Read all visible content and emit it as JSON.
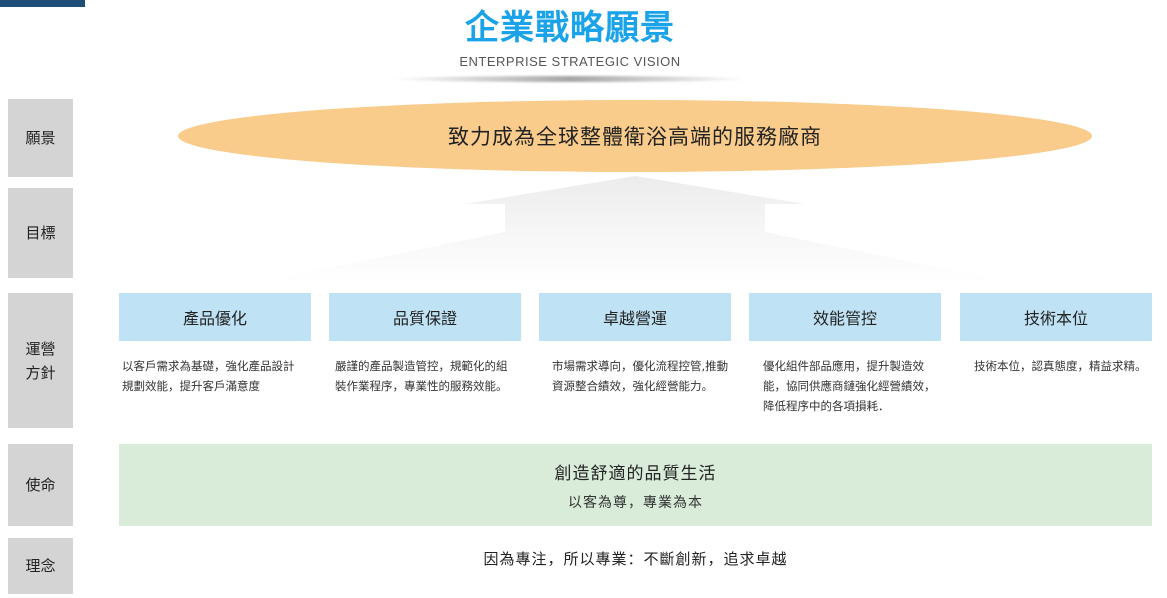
{
  "header": {
    "title": "企業戰略願景",
    "subtitle": "ENTERPRISE STRATEGIC VISION"
  },
  "row_labels": {
    "vision": "願景",
    "goal": "目標",
    "operation_line1": "運營",
    "operation_line2": "方針",
    "mission": "使命",
    "concept": "理念"
  },
  "vision": {
    "text": "致力成為全球整體衛浴高端的服務廠商"
  },
  "operations": [
    {
      "title": "產品優化",
      "desc": "以客戶需求為基礎，強化產品設計規劃效能，提升客戶滿意度"
    },
    {
      "title": "品質保證",
      "desc": "嚴謹的產品製造管控，規範化的組裝作業程序，專業性的服務效能。"
    },
    {
      "title": "卓越營運",
      "desc": "市場需求導向，優化流程控管,推動資源整合績效，強化經營能力。"
    },
    {
      "title": "效能管控",
      "desc": "優化組件部品應用，提升製造效能，協同供應商鏈強化經營績效，降低程序中的各項損耗．"
    },
    {
      "title": "技術本位",
      "desc": "技術本位，認真態度，精益求精。"
    }
  ],
  "mission": {
    "main": "創造舒適的品質生活",
    "sub": "以客為尊，專業為本"
  },
  "concept": {
    "text": "因為專注，所以專業：不斷創新，追求卓越"
  },
  "colors": {
    "title": "#1aa3e8",
    "vision_fill": "#f9cc8b",
    "operation_box": "#bfe3f5",
    "mission_fill": "#d8ecd9",
    "label_fill": "#d4d4d4"
  }
}
